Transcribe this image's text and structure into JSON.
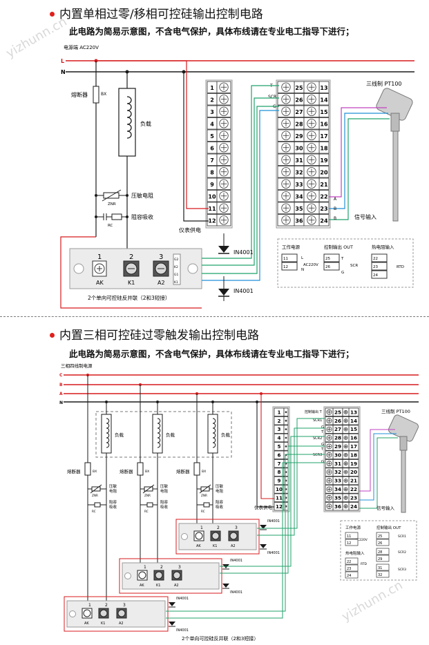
{
  "section1": {
    "title": "内置单相过零/移相可控硅输出控制电路",
    "note": "此电路为简易示意图，不含电气保护，具体布线请在专业电工指导下进行；",
    "power_label": "电源端  AC220V",
    "line_L": "L",
    "line_N": "N",
    "fuse_label": "熔断器",
    "fuse_code": "BX",
    "load_label": "负载",
    "varistor_label": "压敏电阻",
    "varistor_code": "ZNR",
    "rc_label": "阻容吸收",
    "rc_code": "RC",
    "module_terms": [
      "1",
      "2",
      "3"
    ],
    "module_names": [
      "AK",
      "K1",
      "A2"
    ],
    "module_side": [
      "G2",
      "K2",
      "G1",
      "K1"
    ],
    "caption": "2个单向可控硅反并联（2和3短接）",
    "diode1": "IN4001",
    "diode2": "IN4001",
    "instr_power": "仪表供电",
    "left_terms": [
      "1",
      "2",
      "3",
      "4",
      "5",
      "6",
      "7",
      "8",
      "9",
      "10",
      "11",
      "12"
    ],
    "mid_terms": [
      "25",
      "26",
      "27",
      "28",
      "29",
      "30",
      "31",
      "32",
      "33",
      "34",
      "35",
      "36"
    ],
    "right_terms": [
      "13",
      "14",
      "15",
      "16",
      "17",
      "18",
      "19",
      "20",
      "21",
      "22",
      "23",
      "24"
    ],
    "scr_labels": [
      "T",
      "SCR",
      "G"
    ],
    "pt100": "三线制 PT100",
    "signal_in": "信号输入",
    "abb": [
      "A",
      "B",
      "B"
    ],
    "legend": {
      "work_power": "工作电源",
      "ctrl_out": "控制输出 OUT",
      "rtd_in": "热电阻输入",
      "t11": "11",
      "t12": "12",
      "L": "L",
      "N": "N",
      "ac": "AC220V",
      "t25": "25",
      "t26": "26",
      "T": "T",
      "G": "G",
      "scr": "SCR",
      "t22": "22",
      "t23": "23",
      "t24": "24",
      "rtd": "RTD"
    }
  },
  "section2": {
    "title": "内置三相可控硅过零触发输出控制电路",
    "note": "此电路为简易示意图，不含电气保护，具体布线请在专业电工指导下进行；",
    "power_label": "三相四线制电源",
    "lines": [
      "C",
      "B",
      "A",
      "N"
    ],
    "fuse_label": "熔断器",
    "fuse_code": "BX",
    "load_label": "负载",
    "varistor_label": "压敏\n电阻",
    "varistor_line1": "压敏",
    "varistor_line2": "电阻",
    "rc_line1": "阻容",
    "rc_line2": "吸收",
    "znr": "ZNR",
    "rc": "RC",
    "module_names": [
      "AK",
      "K1",
      "A2"
    ],
    "diode": "IN4001",
    "caption": "2个单向可控硅反并联（2和3短接）",
    "instr_power": "仪表供电",
    "ctrl_out_T": "控制输出 T",
    "scr_labels": [
      "SCR1",
      "G",
      "T",
      "SCR2",
      "G",
      "T",
      "SCR3",
      "G"
    ],
    "pt100": "三线制 PT100",
    "signal_in": "信号输入",
    "legend": {
      "work_power": "工作电源",
      "ctrl_out": "控制输出 OUT",
      "rtd_in": "热电阻输入",
      "ac": "AC220V",
      "scr1": "SCR1",
      "scr2": "SCR2",
      "scr3": "SCR3",
      "rtd": "RTD"
    }
  },
  "colors": {
    "red": "#d7191c",
    "green": "#1fa26a",
    "blue": "#1f8fd8",
    "purple": "#c040c0",
    "dark": "#1a1a1a",
    "grey_panel": "#e9e9e9"
  },
  "watermark": "yizhunn.cn"
}
